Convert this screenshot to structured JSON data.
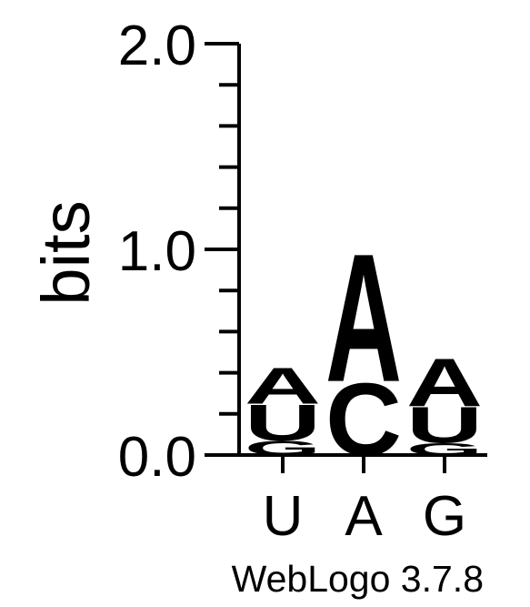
{
  "chart_data": {
    "type": "sequence-logo",
    "ylabel": "bits",
    "ylim": [
      0,
      2.0
    ],
    "y_ticks": [
      "0.0",
      "1.0",
      "2.0"
    ],
    "y_tick_values": [
      0,
      1.0,
      2.0
    ],
    "y_minor_step": 0.2,
    "footer": "WebLogo 3.7.8",
    "colors": {
      "A": "#ff8c00",
      "U": "#ff8c00",
      "C": "#0000ff",
      "G": "#0000ff"
    },
    "positions": [
      {
        "label": "U",
        "stack": [
          {
            "letter": "G",
            "bits": 0.07
          },
          {
            "letter": "U",
            "bits": 0.18
          },
          {
            "letter": "A",
            "bits": 0.18
          }
        ]
      },
      {
        "label": "A",
        "stack": [
          {
            "letter": "C",
            "bits": 0.36
          },
          {
            "letter": "A",
            "bits": 0.64
          }
        ]
      },
      {
        "label": "G",
        "stack": [
          {
            "letter": "G",
            "bits": 0.06
          },
          {
            "letter": "U",
            "bits": 0.18
          },
          {
            "letter": "A",
            "bits": 0.24
          }
        ]
      }
    ]
  }
}
